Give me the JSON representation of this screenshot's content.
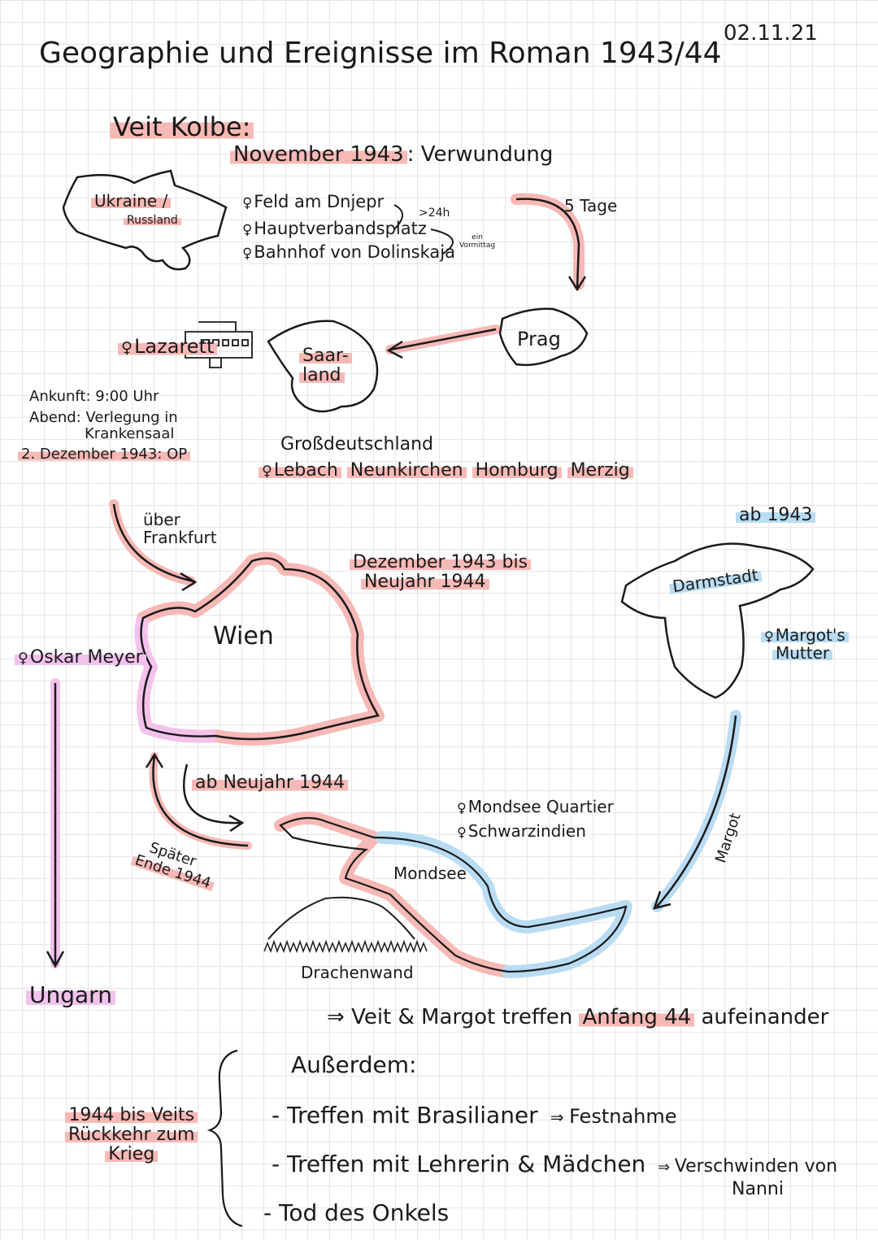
{
  "title": "Geographie und Ereignisse im Roman 1943/44",
  "date": "02.11.21",
  "person": "Veit Kolbe:",
  "injury": {
    "date": "November 1943",
    "sep": ":",
    "event": "Verwundung"
  },
  "ukraine": {
    "line1": "Ukraine /",
    "line2": "Russland"
  },
  "route": {
    "items": [
      "Feld am Dnjepr",
      "Hauptverbandsplatz",
      "Bahnhof von Dolinskaja"
    ],
    "duration1": ">24h",
    "duration2_line1": "ein",
    "duration2_line2": "Vormittag",
    "days": "5 Tage"
  },
  "prag": "Prag",
  "saarland": {
    "line1": "Saar-",
    "line2": "land"
  },
  "lazarett": "Lazarett",
  "arrival": [
    "Ankunft: 9:00 Uhr",
    "Abend: Verlegung in",
    "Krankensaal",
    "2. Dezember 1943: OP"
  ],
  "grossdeutschland": {
    "label": "Großdeutschland",
    "places": [
      "Lebach",
      "Neunkirchen",
      "Homburg",
      "Merzig"
    ]
  },
  "frankfurt": {
    "line1": "über",
    "line2": "Frankfurt"
  },
  "wien": {
    "name": "Wien",
    "period_line1": "Dezember 1943 bis",
    "period_line2": "Neujahr 1944",
    "oskar": "Oskar Meyer",
    "ungarn": "Ungarn"
  },
  "darmstadt": {
    "since": "ab 1943",
    "name": "Darmstadt",
    "mother_line1": "Margot's",
    "mother_line2": "Mutter",
    "margot": "Margot"
  },
  "mondsee": {
    "from": "ab Neujahr 1944",
    "later_line1": "Später",
    "later_line2": "Ende 1944",
    "places": [
      "Mondsee Quartier",
      "Schwarzindien"
    ],
    "lake": "Mondsee",
    "mountain": "Drachenwand"
  },
  "meeting": {
    "arrow": "⇒",
    "text1": "Veit & Margot treffen",
    "highlight": "Anfang 44",
    "text2": "aufeinander"
  },
  "also": {
    "heading": "Außerdem:",
    "bracket_label": [
      "1944 bis Veits",
      "Rückkehr zum",
      "Krieg"
    ],
    "items": [
      {
        "text": "Treffen mit Brasilianer",
        "result": "Festnahme"
      },
      {
        "text": "Treffen mit Lehrerin & Mädchen",
        "result_line1": "Verschwinden von",
        "result_line2": "Nanni"
      },
      {
        "text": "Tod des Onkels"
      }
    ]
  },
  "colors": {
    "pink": "#f6b9b5",
    "blue": "#b9dcf3",
    "magenta": "#f2c2ec",
    "ink": "#1a1a1a"
  }
}
